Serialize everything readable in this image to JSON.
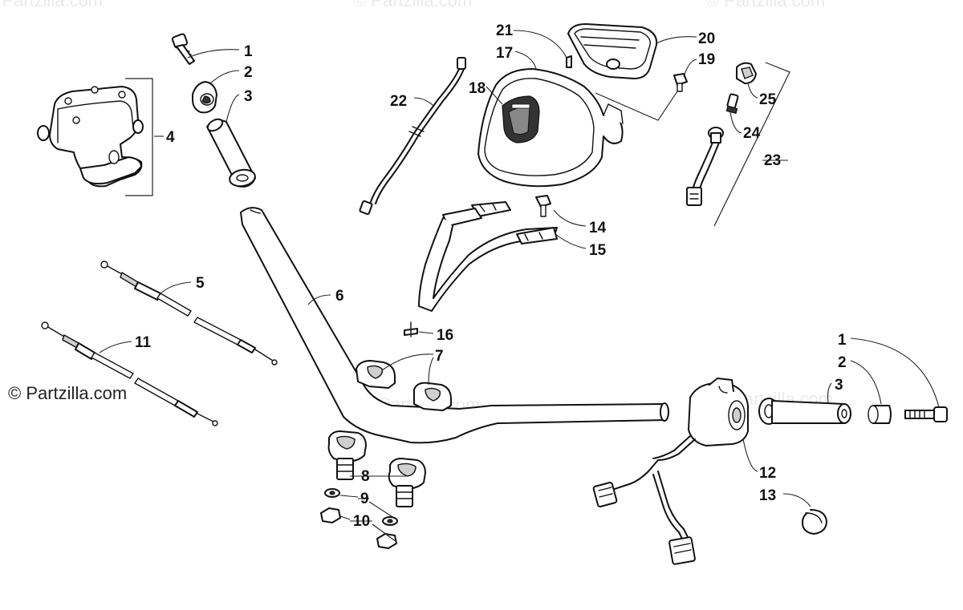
{
  "copyright": "© Partzilla.com",
  "watermarks": [
    "© Partzilla.com",
    "© Partzilla.com",
    "© Partzilla.com",
    "© Partzilla.com",
    "© Partzilla.com"
  ],
  "callouts": [
    {
      "id": "1",
      "label": "1"
    },
    {
      "id": "2",
      "label": "2"
    },
    {
      "id": "3",
      "label": "3"
    },
    {
      "id": "4",
      "label": "4"
    },
    {
      "id": "5",
      "label": "5"
    },
    {
      "id": "6",
      "label": "6"
    },
    {
      "id": "7",
      "label": "7"
    },
    {
      "id": "8",
      "label": "8"
    },
    {
      "id": "9",
      "label": "9"
    },
    {
      "id": "10",
      "label": "10"
    },
    {
      "id": "11",
      "label": "11"
    },
    {
      "id": "12",
      "label": "12"
    },
    {
      "id": "13",
      "label": "13"
    },
    {
      "id": "14",
      "label": "14"
    },
    {
      "id": "15",
      "label": "15"
    },
    {
      "id": "16",
      "label": "16"
    },
    {
      "id": "17",
      "label": "17"
    },
    {
      "id": "18",
      "label": "18"
    },
    {
      "id": "19",
      "label": "19"
    },
    {
      "id": "20",
      "label": "20"
    },
    {
      "id": "21",
      "label": "21"
    },
    {
      "id": "22",
      "label": "22"
    },
    {
      "id": "23",
      "label": "23"
    },
    {
      "id": "24",
      "label": "24"
    },
    {
      "id": "25",
      "label": "25"
    },
    {
      "id": "1b",
      "label": "1"
    },
    {
      "id": "2b",
      "label": "2"
    },
    {
      "id": "3b",
      "label": "3"
    }
  ]
}
